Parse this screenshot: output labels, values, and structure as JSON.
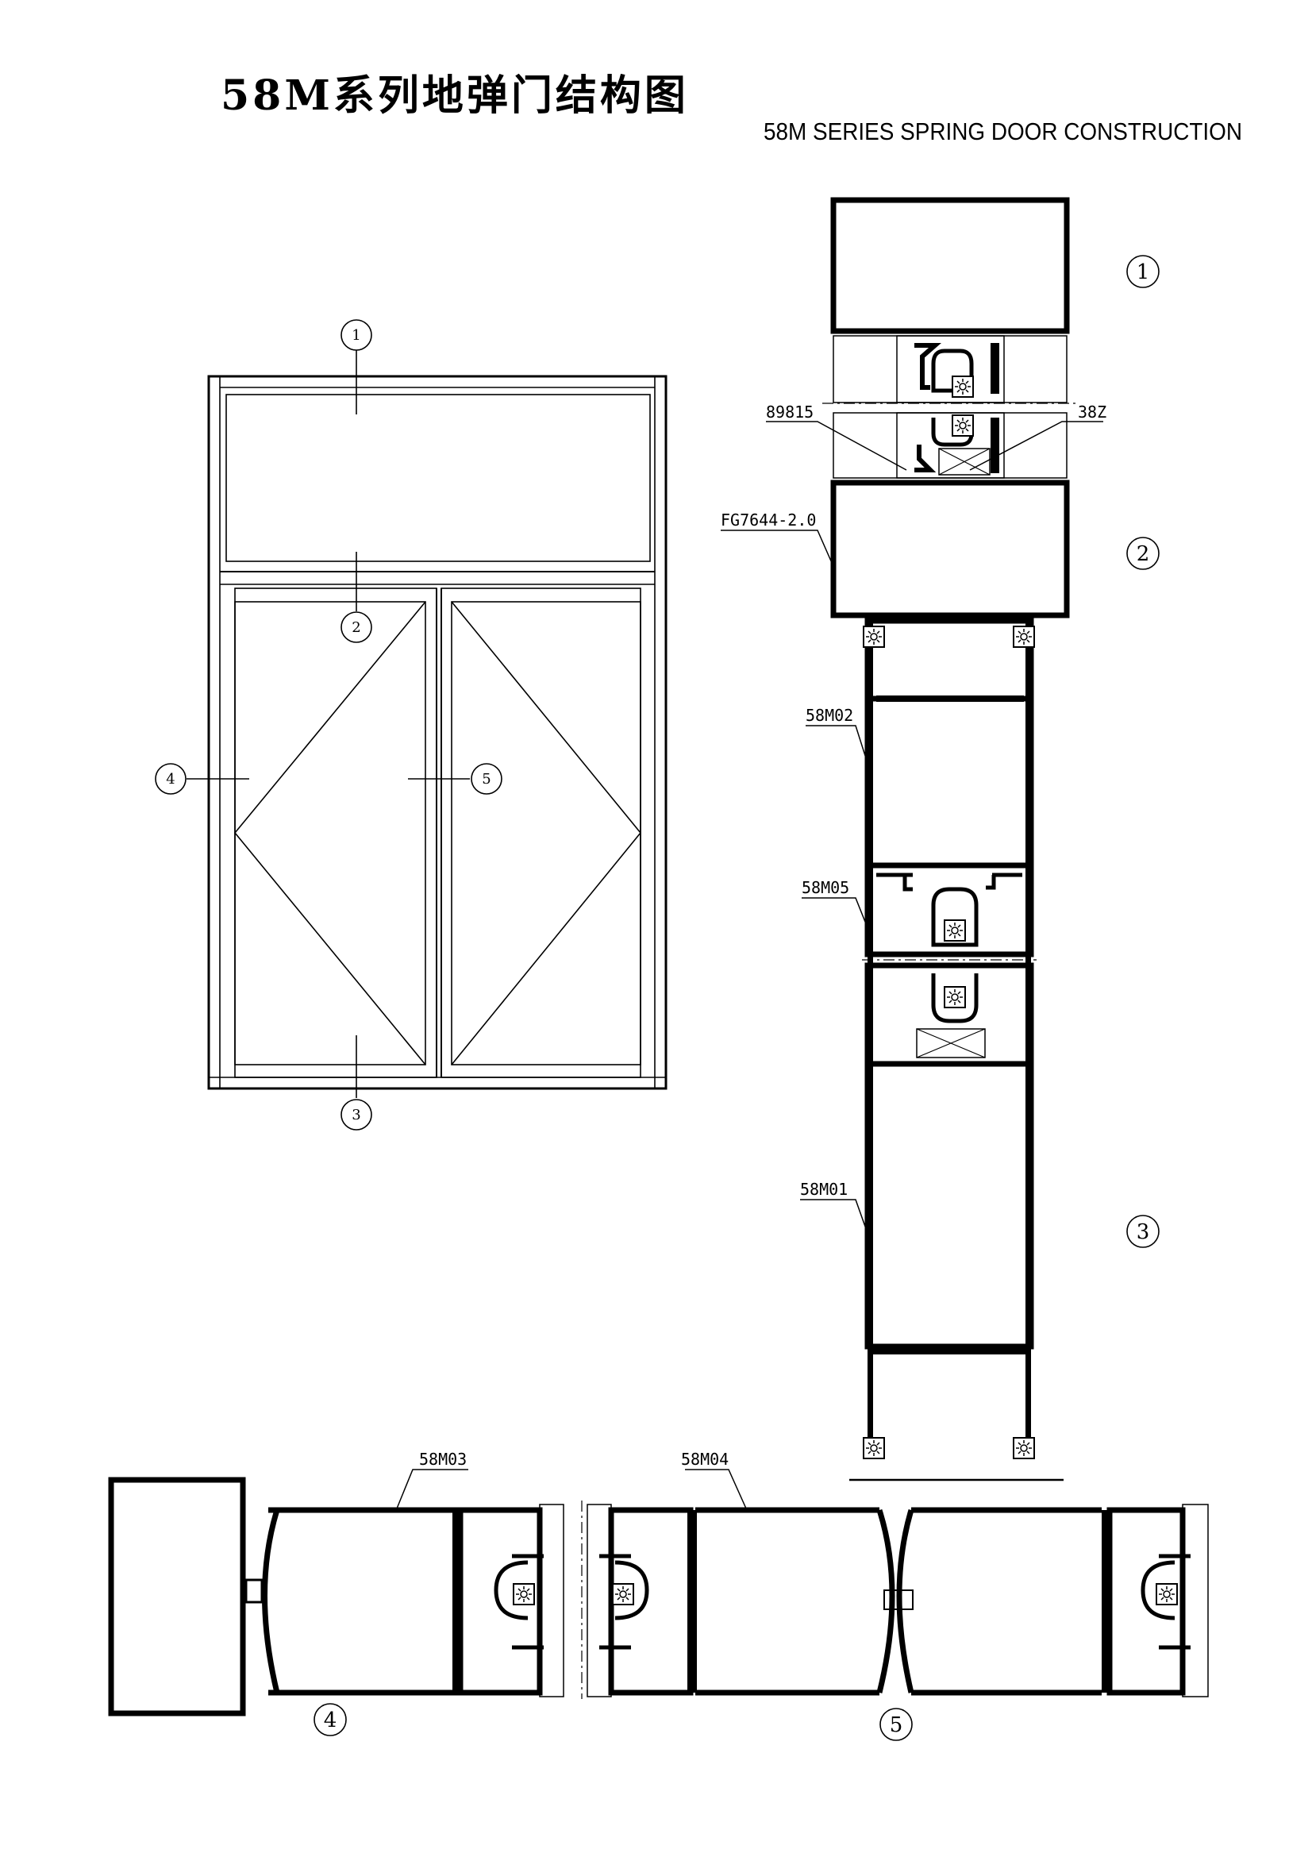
{
  "title": {
    "cn": "58M系列地弹门结构图",
    "en": "58M SERIES SPRING DOOR CONSTRUCTION"
  },
  "elevation_markers": [
    "1",
    "2",
    "3",
    "4",
    "5"
  ],
  "section_markers": {
    "one": "1",
    "two": "2",
    "three": "3",
    "four": "4",
    "five": "5"
  },
  "part_labels": {
    "p89815": "89815",
    "p38z": "38Z",
    "fg7644": "FG7644-2.0",
    "m02": "58M02",
    "m05": "58M05",
    "m01": "58M01",
    "m03": "58M03",
    "m04": "58M04"
  },
  "icons": [
    "wool-pile-seal-icon",
    "circled-number-marker"
  ]
}
